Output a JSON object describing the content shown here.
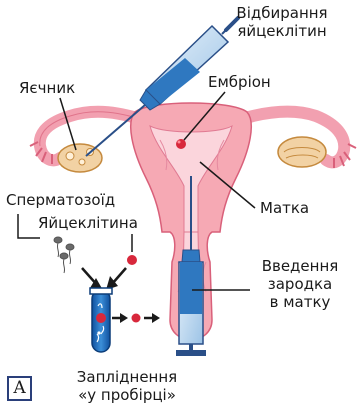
{
  "labels": {
    "egg_retrieval": "Відбирання\nяйцеклітин",
    "ovary": "Яєчник",
    "embryo": "Ембріон",
    "uterus": "Матка",
    "sperm": "Сперматозоїд",
    "egg": "Яйцеклітина",
    "embryo_transfer": "Введення\nзародка\nв матку",
    "in_vitro": "Запліднення\n«у пробірці»",
    "panel": "А"
  },
  "colors": {
    "uterus_fill": "#f6a9b4",
    "uterus_stroke": "#d9607a",
    "ovary_fill": "#f2d2a4",
    "syringe_blue": "#2f78c0",
    "egg_red": "#d8283c"
  }
}
